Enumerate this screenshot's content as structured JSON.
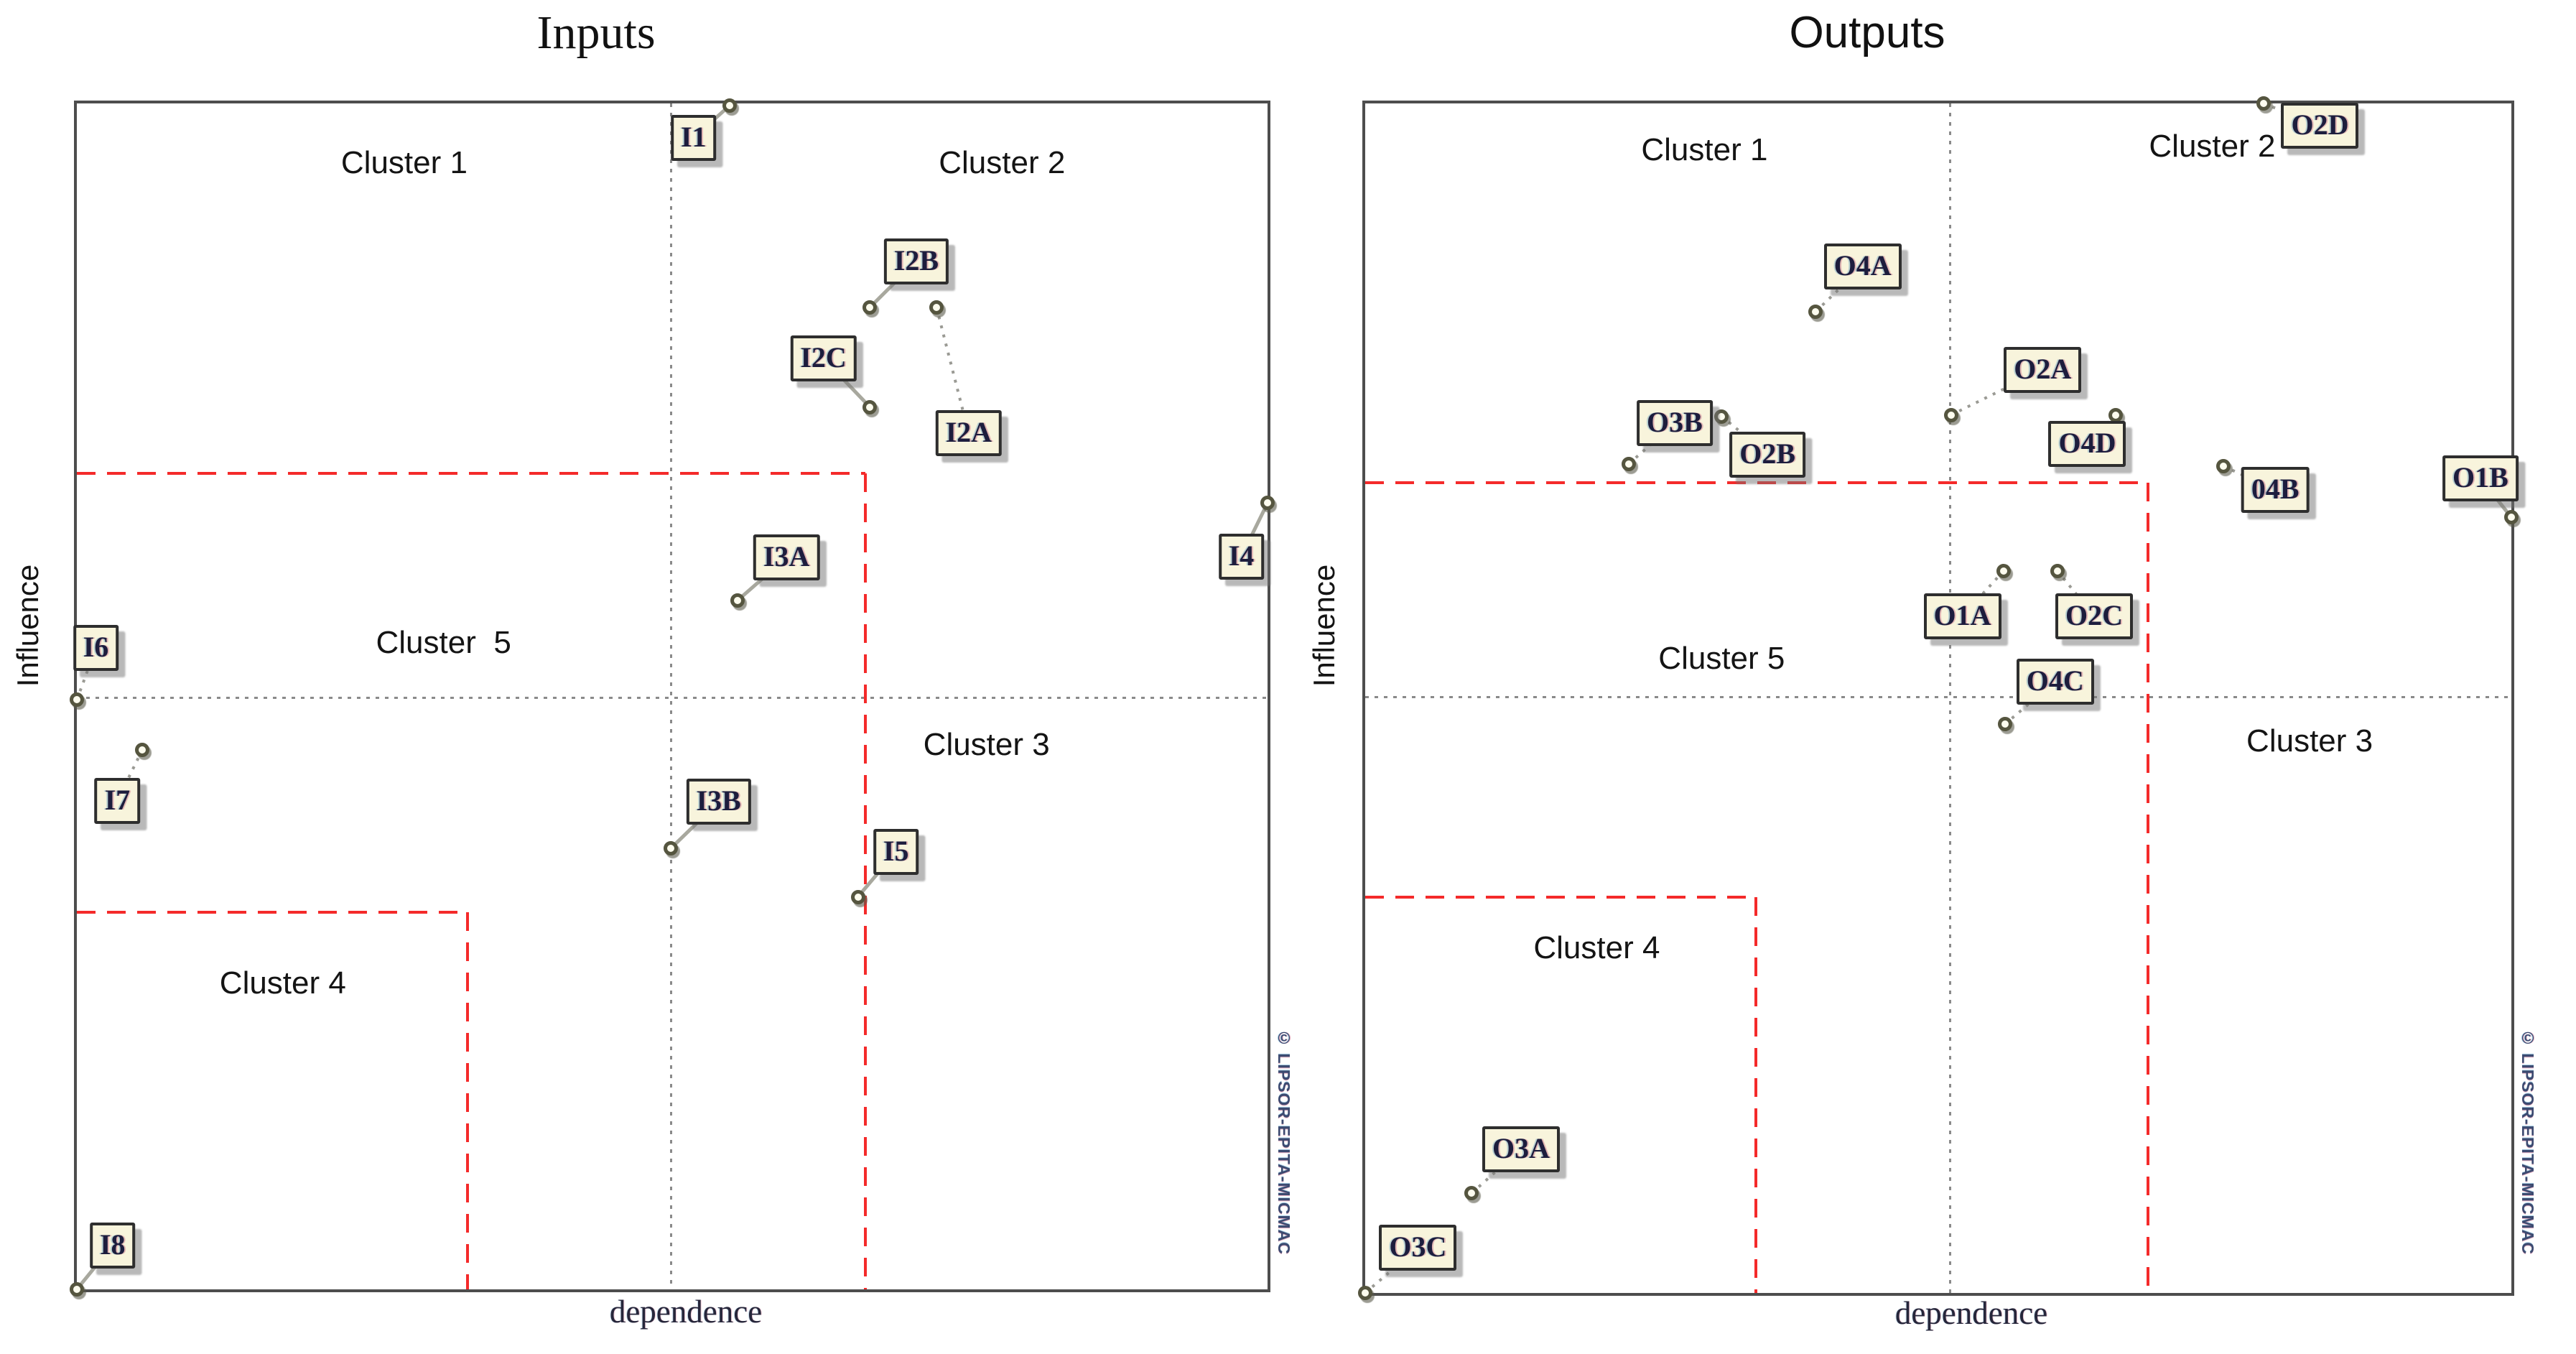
{
  "page": {
    "background": "#ffffff"
  },
  "colors": {
    "cluster_boundary_red": "#f42a2a",
    "label_box_fill": "#f8f4dc",
    "label_box_border": "#2e2e2e",
    "label_text": "#1d1d3d",
    "chart_border": "#4d4d4d"
  },
  "chart_data": [
    {
      "type": "scatter",
      "title": "Inputs",
      "xlabel": "dependence",
      "ylabel": "Influence",
      "watermark": "© LIPSOR-EPITA-MICMAC",
      "axes": {
        "x_axis_meaning": "dependence increases rightward",
        "y_axis_meaning": "influence increases upward",
        "numeric_ticks": "none shown"
      },
      "midlines": {
        "vertical_fx": 0.499,
        "horizontal_fy": 0.501
      },
      "boundaries": [
        {
          "name": "cluster5-boundary",
          "corner_fx": 0.662,
          "corner_fy": 0.312
        },
        {
          "name": "cluster4-boundary",
          "corner_fx": 0.328,
          "corner_fy": 0.682
        }
      ],
      "cluster_labels": [
        {
          "text": "Cluster 1",
          "fx": 0.275,
          "fy": 0.05
        },
        {
          "text": "Cluster 2",
          "fx": 0.777,
          "fy": 0.05
        },
        {
          "text": "Cluster  5",
          "fx": 0.308,
          "fy": 0.455
        },
        {
          "text": "Cluster 3",
          "fx": 0.764,
          "fy": 0.541
        },
        {
          "text": "Cluster 4",
          "fx": 0.173,
          "fy": 0.742
        }
      ],
      "points": [
        {
          "label": "I1",
          "fx": 0.548,
          "fy": 0.002,
          "label_fx": 0.518,
          "label_fy": 0.029,
          "connector": "solid"
        },
        {
          "label": "I2B",
          "fx": 0.666,
          "fy": 0.172,
          "label_fx": 0.705,
          "label_fy": 0.133,
          "connector": "solid"
        },
        {
          "label": "I2C",
          "fx": 0.666,
          "fy": 0.256,
          "label_fx": 0.627,
          "label_fy": 0.215,
          "connector": "solid"
        },
        {
          "label": "I2A",
          "fx": 0.722,
          "fy": 0.172,
          "label_fx": 0.749,
          "label_fy": 0.278,
          "connector": "dotted"
        },
        {
          "label": "I3A",
          "fx": 0.555,
          "fy": 0.419,
          "label_fx": 0.596,
          "label_fy": 0.383,
          "connector": "solid"
        },
        {
          "label": "I4",
          "fx": 1.0,
          "fy": 0.337,
          "label_fx": 0.978,
          "label_fy": 0.382,
          "connector": "solid"
        },
        {
          "label": "I6",
          "fx": 0.0,
          "fy": 0.503,
          "label_fx": 0.016,
          "label_fy": 0.459,
          "connector": "dotted"
        },
        {
          "label": "I7",
          "fx": 0.055,
          "fy": 0.545,
          "label_fx": 0.034,
          "label_fy": 0.588,
          "connector": "dotted"
        },
        {
          "label": "I3B",
          "fx": 0.499,
          "fy": 0.628,
          "label_fx": 0.539,
          "label_fy": 0.589,
          "connector": "solid"
        },
        {
          "label": "I5",
          "fx": 0.656,
          "fy": 0.669,
          "label_fx": 0.688,
          "label_fy": 0.631,
          "connector": "solid"
        },
        {
          "label": "I8",
          "fx": 0.0,
          "fy": 1.0,
          "label_fx": 0.03,
          "label_fy": 0.963,
          "connector": "solid"
        }
      ]
    },
    {
      "type": "scatter",
      "title": "Outputs",
      "xlabel": "dependence",
      "ylabel": "Influence",
      "watermark": "© LIPSOR-EPITA-MICMAC",
      "axes": {
        "x_axis_meaning": "dependence increases rightward",
        "y_axis_meaning": "influence increases upward",
        "numeric_ticks": "none shown"
      },
      "midlines": {
        "vertical_fx": 0.51,
        "horizontal_fy": 0.499
      },
      "boundaries": [
        {
          "name": "cluster5-boundary",
          "corner_fx": 0.683,
          "corner_fy": 0.319
        },
        {
          "name": "cluster4-boundary",
          "corner_fx": 0.341,
          "corner_fy": 0.667
        }
      ],
      "cluster_labels": [
        {
          "text": "Cluster 1",
          "fx": 0.296,
          "fy": 0.039
        },
        {
          "text": "Cluster 2",
          "fx": 0.739,
          "fy": 0.036
        },
        {
          "text": "Cluster 5",
          "fx": 0.311,
          "fy": 0.467
        },
        {
          "text": "Cluster 3",
          "fx": 0.824,
          "fy": 0.536
        },
        {
          "text": "Cluster 4",
          "fx": 0.202,
          "fy": 0.71
        }
      ],
      "points": [
        {
          "label": "O2D",
          "fx": 0.784,
          "fy": 0.0,
          "label_fx": 0.833,
          "label_fy": 0.019,
          "connector": "dotted"
        },
        {
          "label": "O4A",
          "fx": 0.393,
          "fy": 0.175,
          "label_fx": 0.434,
          "label_fy": 0.137,
          "connector": "dotted"
        },
        {
          "label": "O3B",
          "fx": 0.23,
          "fy": 0.303,
          "label_fx": 0.27,
          "label_fy": 0.269,
          "connector": "dotted"
        },
        {
          "label": "O2B",
          "fx": 0.311,
          "fy": 0.263,
          "label_fx": 0.351,
          "label_fy": 0.295,
          "connector": "dotted"
        },
        {
          "label": "O2A",
          "fx": 0.511,
          "fy": 0.262,
          "label_fx": 0.591,
          "label_fy": 0.224,
          "connector": "dotted"
        },
        {
          "label": "O4D",
          "fx": 0.655,
          "fy": 0.262,
          "label_fx": 0.63,
          "label_fy": 0.286,
          "connector": "dotted"
        },
        {
          "label": "04B",
          "fx": 0.749,
          "fy": 0.305,
          "label_fx": 0.794,
          "label_fy": 0.325,
          "connector": "dotted"
        },
        {
          "label": "O1B",
          "fx": 1.0,
          "fy": 0.348,
          "label_fx": 0.973,
          "label_fy": 0.315,
          "connector": "solid"
        },
        {
          "label": "O1A",
          "fx": 0.557,
          "fy": 0.393,
          "label_fx": 0.521,
          "label_fy": 0.431,
          "connector": "dotted"
        },
        {
          "label": "O2C",
          "fx": 0.604,
          "fy": 0.393,
          "label_fx": 0.636,
          "label_fy": 0.431,
          "connector": "dotted"
        },
        {
          "label": "O4C",
          "fx": 0.558,
          "fy": 0.522,
          "label_fx": 0.602,
          "label_fy": 0.486,
          "connector": "dotted"
        },
        {
          "label": "O3A",
          "fx": 0.093,
          "fy": 0.916,
          "label_fx": 0.136,
          "label_fy": 0.879,
          "connector": "dotted"
        },
        {
          "label": "O3C",
          "fx": 0.0,
          "fy": 1.0,
          "label_fx": 0.046,
          "label_fy": 0.962,
          "connector": "dotted"
        }
      ]
    }
  ]
}
